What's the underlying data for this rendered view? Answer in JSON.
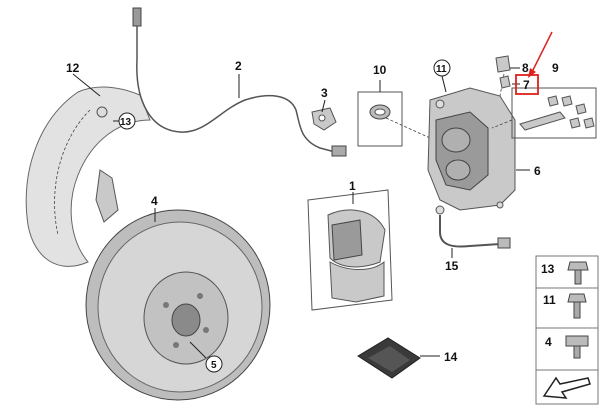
{
  "callouts": {
    "c1": "1",
    "c2": "2",
    "c3": "3",
    "c4": "4",
    "c5": "5",
    "c6": "6",
    "c7": "7",
    "c8": "8",
    "c9": "9",
    "c10": "10",
    "c11": "11",
    "c12": "12",
    "c13": "13",
    "c14": "14",
    "c15": "15"
  },
  "legend": {
    "row1": "13",
    "row2": "11",
    "row3": "4"
  },
  "colors": {
    "highlight": "#e0201b",
    "part": "#c9c9c9",
    "line": "#222222"
  },
  "icons": [
    "arrow-icon",
    "bolt-icon",
    "brake-disc",
    "brake-caliper",
    "brake-pads",
    "wear-sensor",
    "splash-guard"
  ]
}
